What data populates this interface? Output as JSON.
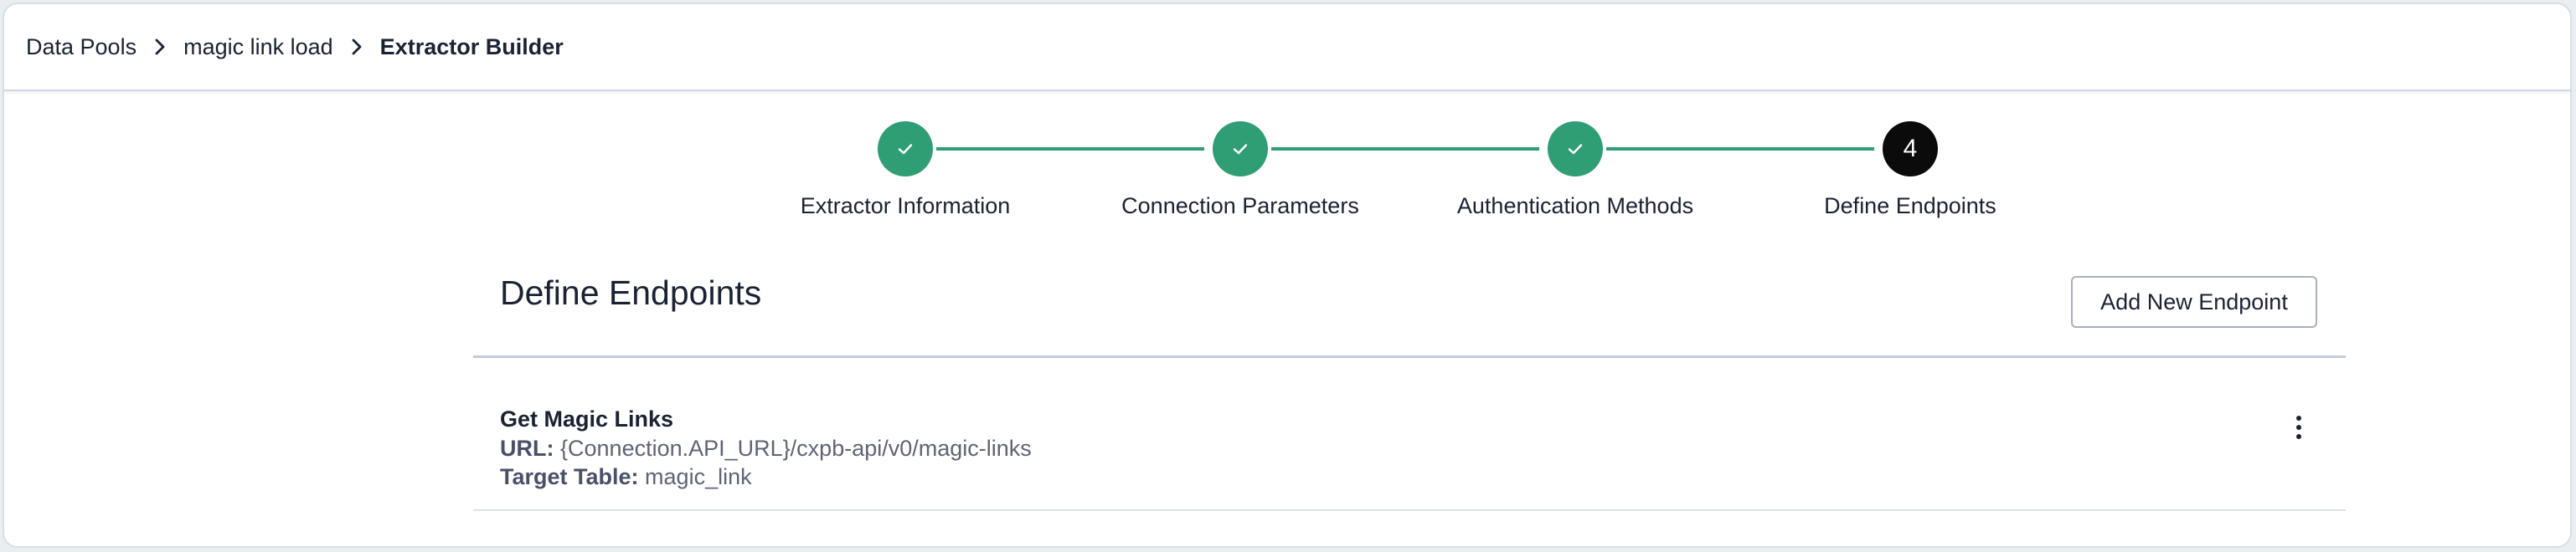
{
  "breadcrumb": {
    "items": [
      {
        "label": "Data Pools"
      },
      {
        "label": "magic link load"
      },
      {
        "label": "Extractor Builder"
      }
    ]
  },
  "stepper": {
    "completed_color": "#2f9e74",
    "active_color": "#0b0b0b",
    "steps": [
      {
        "label": "Extractor Information",
        "state": "completed",
        "icon": "check-icon"
      },
      {
        "label": "Connection Parameters",
        "state": "completed",
        "icon": "check-icon"
      },
      {
        "label": "Authentication Methods",
        "state": "completed",
        "icon": "check-icon"
      },
      {
        "label": "Define Endpoints",
        "state": "active",
        "number": "4"
      }
    ]
  },
  "section": {
    "title": "Define Endpoints",
    "add_button_label": "Add New Endpoint"
  },
  "endpoints": [
    {
      "name": "Get Magic Links",
      "url_label": "URL:",
      "url": "{Connection.API_URL}/cxpb-api/v0/magic-links",
      "target_table_label": "Target Table:",
      "target_table": "magic_link",
      "menu_icon": "kebab-menu-icon"
    }
  ]
}
